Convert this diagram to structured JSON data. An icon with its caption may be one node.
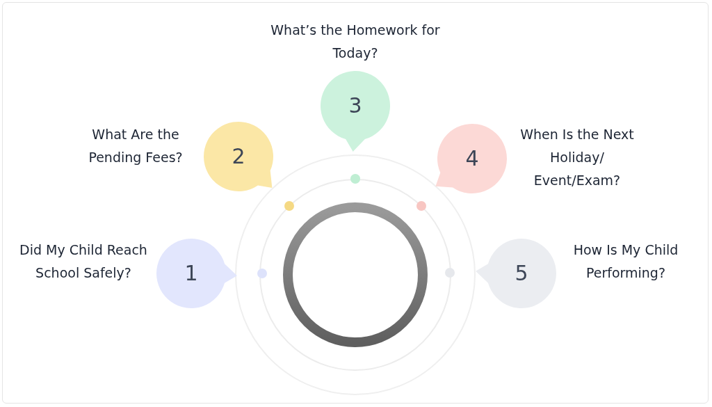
{
  "diagram": {
    "nodes": [
      {
        "text": [
          "1"
        ],
        "beside": [
          "Did My Child Reach School Safely?"
        ]
      },
      {
        "text": [
          "2"
        ],
        "beside": [
          "What Are the Pending Fees?"
        ]
      },
      {
        "text": [
          "3"
        ],
        "beside": [
          "What’s the Homework for Today?"
        ]
      },
      {
        "text": [
          "4"
        ],
        "beside": [
          "When Is the Next Holiday/ Event/Exam?"
        ]
      },
      {
        "text": [
          "5"
        ],
        "beside": [
          "How Is My Child Performing?"
        ]
      }
    ]
  }
}
